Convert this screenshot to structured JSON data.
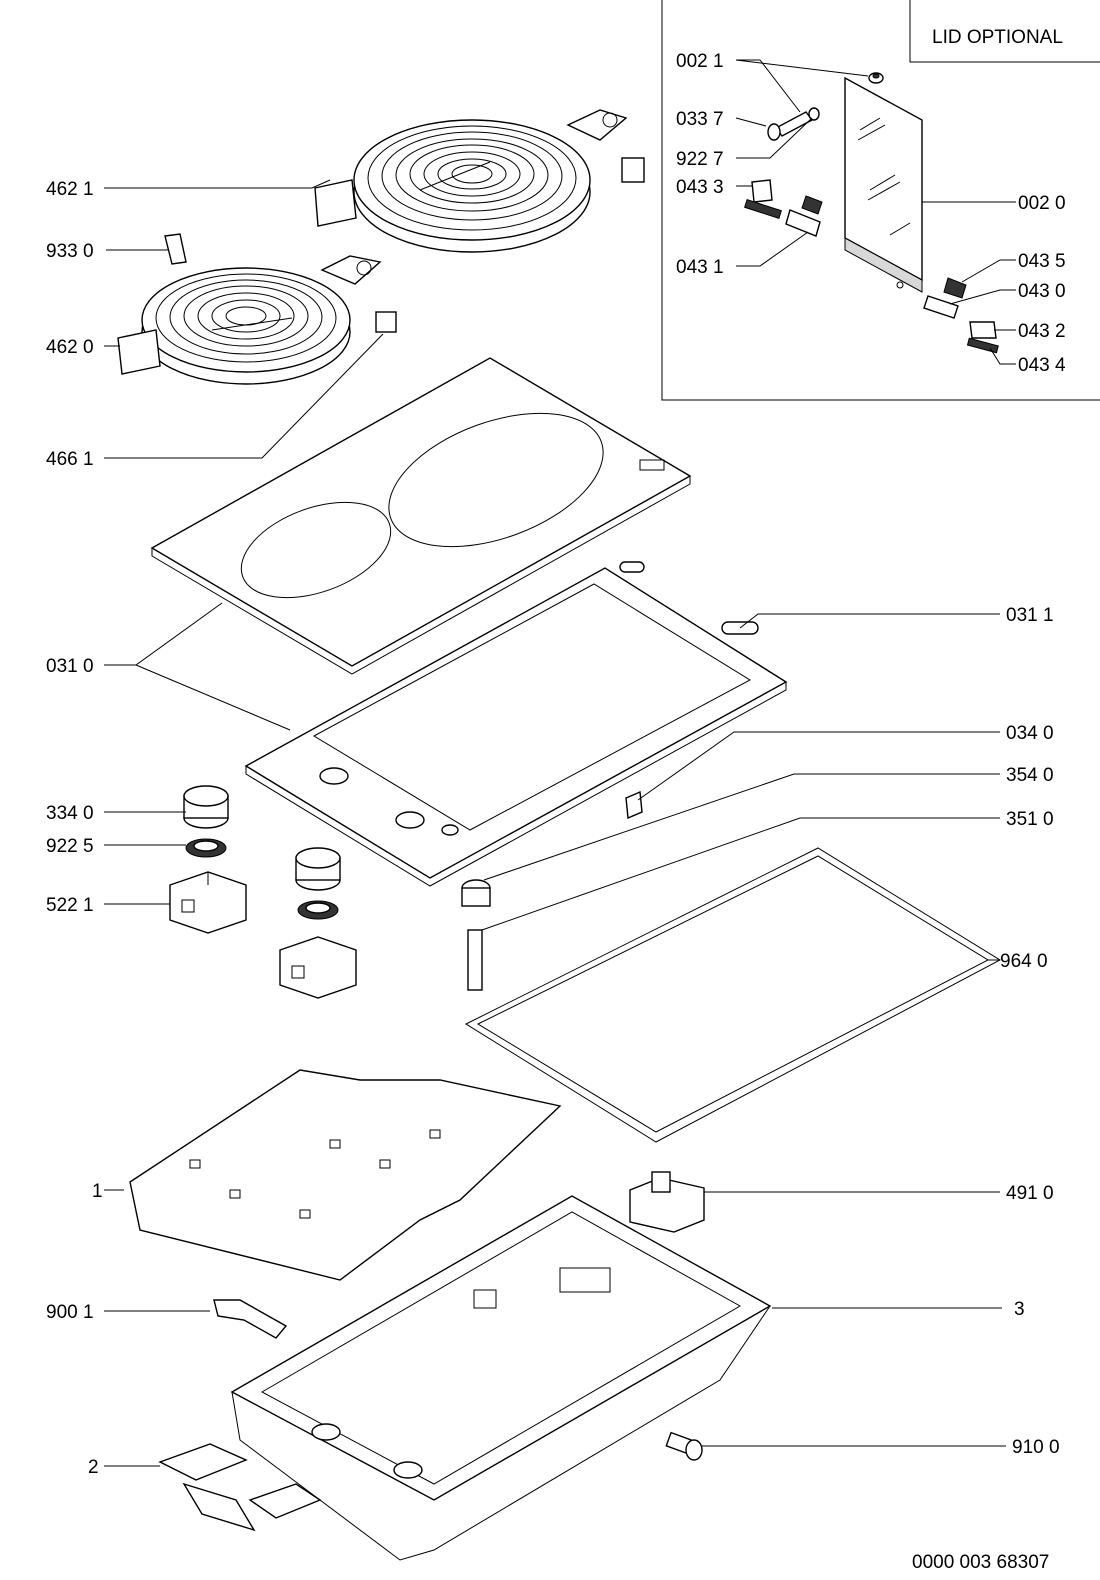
{
  "diagram": {
    "lid_box_label": "LID OPTIONAL",
    "drawing_number": "0000 003 68307",
    "callouts": {
      "c4621": "462 1",
      "c9330": "933 0",
      "c4620": "462 0",
      "c4661": "466 1",
      "c0310": "031 0",
      "c3340": "334 0",
      "c9225": "922 5",
      "c5221": "522 1",
      "c1": "1",
      "c9001": "900 1",
      "c2": "2",
      "c0021": "002 1",
      "c0337": "033 7",
      "c9227": "922 7",
      "c0433": "043 3",
      "c0431": "043 1",
      "c0020": "002 0",
      "c0435": "043 5",
      "c0430": "043 0",
      "c0432": "043 2",
      "c0434": "043 4",
      "c0311": "031 1",
      "c0340": "034 0",
      "c3540": "354 0",
      "c3510": "351 0",
      "c9640": "964 0",
      "c4910": "491 0",
      "c3": "3",
      "c9100": "910 0"
    }
  }
}
